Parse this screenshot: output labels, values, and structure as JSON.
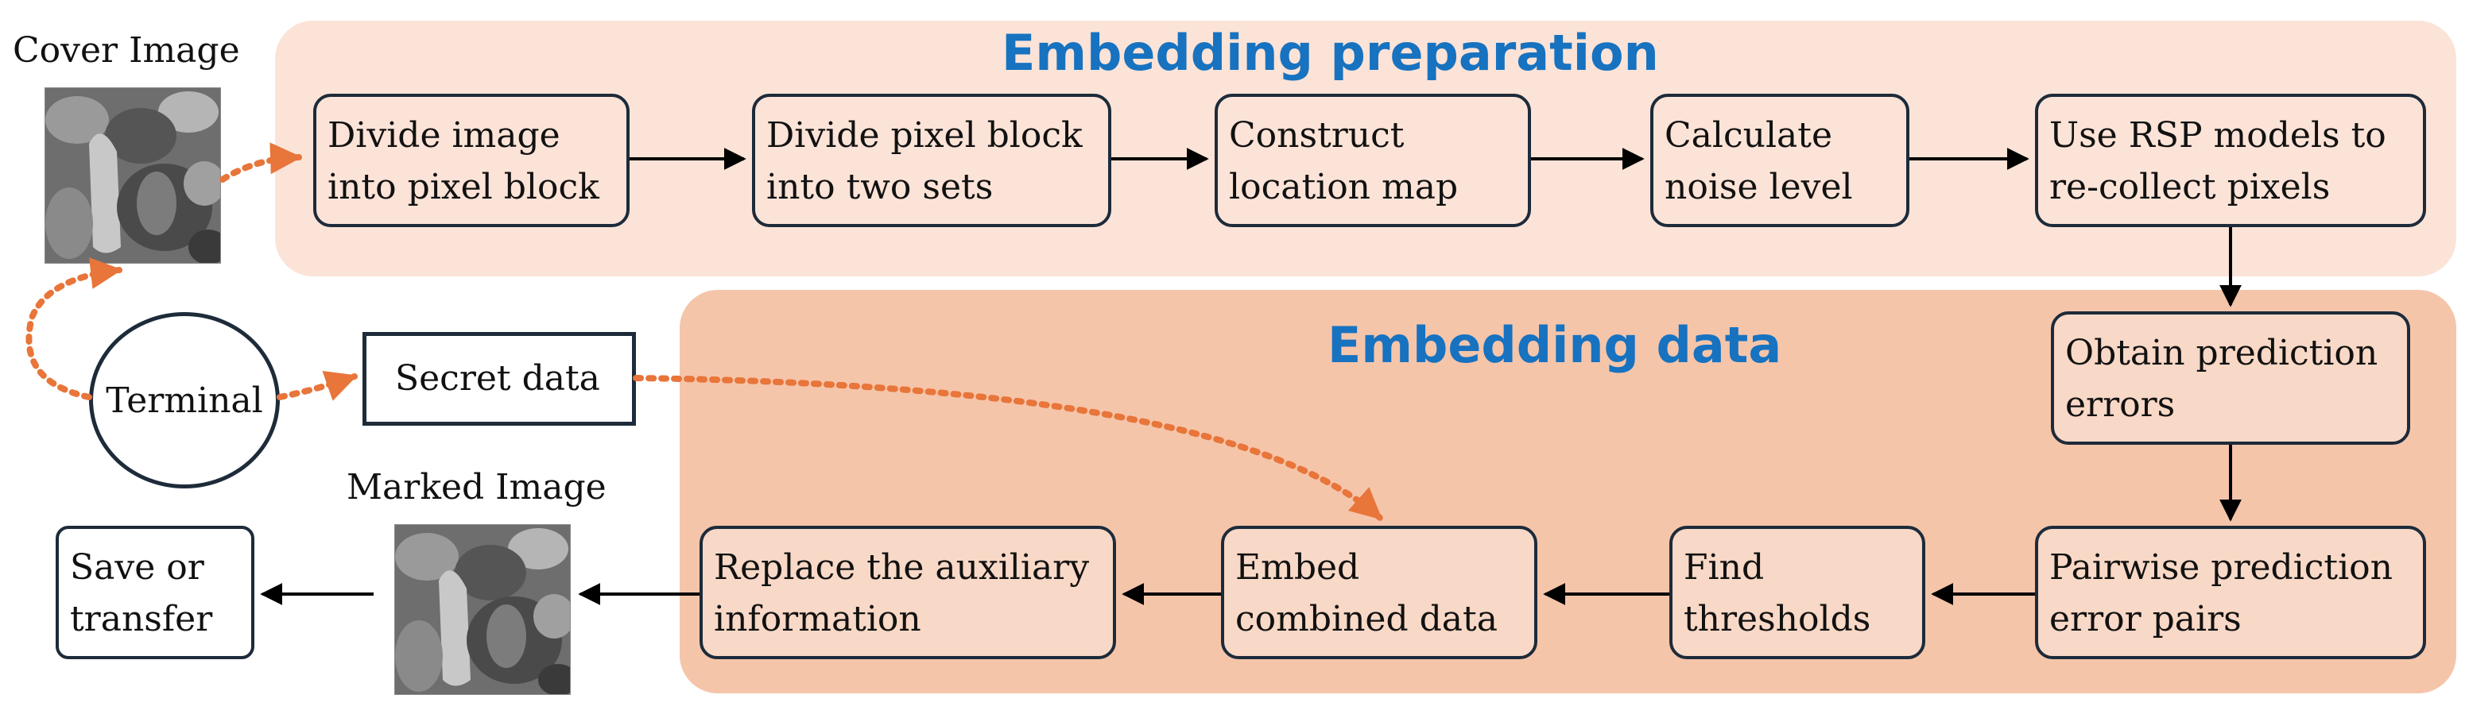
{
  "sections": {
    "embedding_preparation": "Embedding preparation",
    "embedding_data": "Embedding data"
  },
  "captions": {
    "cover_image": "Cover Image",
    "marked_image": "Marked Image"
  },
  "nodes": {
    "divide_image": "Divide image\ninto pixel block",
    "divide_block": "Divide pixel block\ninto two sets",
    "construct_map": "Construct\nlocation map",
    "noise_level": "Calculate\nnoise level",
    "rsp_models": "Use RSP models to\nre-collect pixels",
    "prediction_errors": "Obtain prediction\nerrors",
    "pairwise": "Pairwise prediction\nerror pairs",
    "thresholds": "Find\nthresholds",
    "embed_combined": "Embed\ncombined data",
    "replace_aux": "Replace the auxiliary\ninformation",
    "save_transfer": "Save or\ntransfer",
    "terminal": "Terminal",
    "secret_data": "Secret data"
  },
  "colors": {
    "title_blue": "#1772c0",
    "dotted_orange": "#e8753a",
    "panel_light": "#fce3d7",
    "panel_dark": "#f5c5aa"
  },
  "icons": {
    "cover_image": "peppers-grayscale-image",
    "marked_image": "peppers-grayscale-image"
  }
}
